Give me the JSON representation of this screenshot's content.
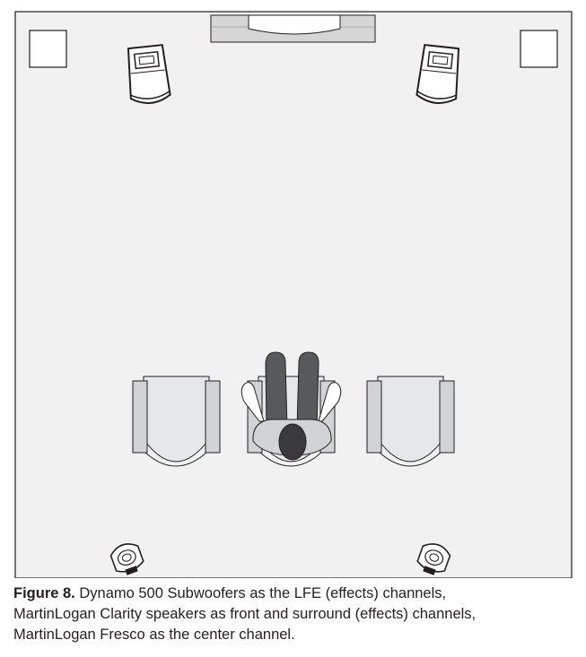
{
  "caption": {
    "label": "Figure 8.",
    "lines": [
      "Dynamo 500 Subwoofers as the LFE (effects) channels,",
      "MartinLogan Clarity speakers as front and surround (effects) channels,",
      "MartinLogan Fresco as the center channel."
    ]
  },
  "colors": {
    "room_fill": "#f1f1f2",
    "outline": "#231f20",
    "chair_fill": "#e6e7e8",
    "armrest_fill": "#d1d3d4",
    "tv_fill": "#d6d6d6",
    "person_dark": "#58595b",
    "person_hair": "#3a3a3c",
    "white": "#ffffff"
  }
}
